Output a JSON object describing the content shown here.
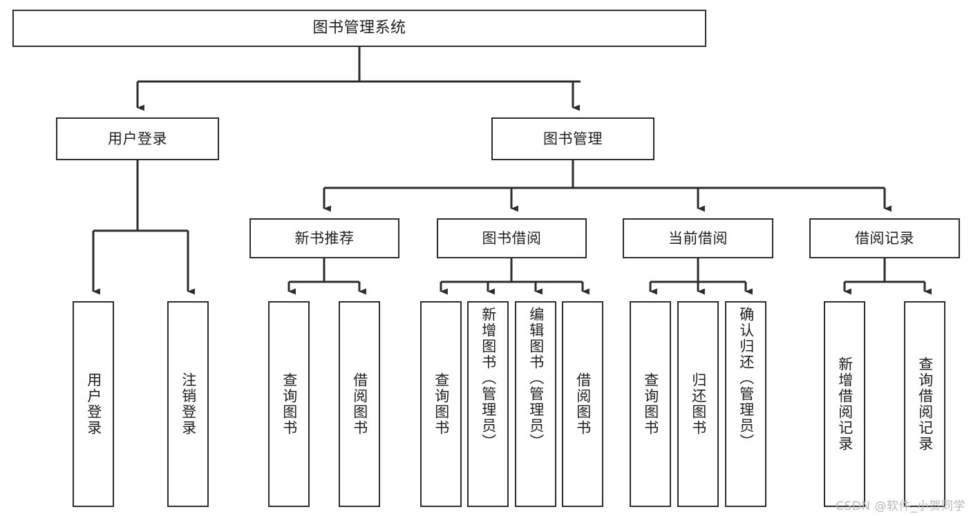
{
  "diagram": {
    "title": "图书管理系统",
    "type": "tree-hierarchy",
    "watermark": "CSDN @软件_小贺同学",
    "colors": {
      "background": "#ffffff",
      "box_border": "#2b2b2b",
      "text": "#1d1d1d",
      "edge": "#2b2b2b",
      "watermark": "#b8b8b8"
    },
    "nodes": {
      "root": {
        "label": "图书管理系统",
        "level": 1,
        "orientation": "horizontal"
      },
      "l2": [
        {
          "id": "user-login",
          "label": "用户登录",
          "level": 2,
          "orientation": "horizontal"
        },
        {
          "id": "book-manage",
          "label": "图书管理",
          "level": 2,
          "orientation": "horizontal"
        }
      ],
      "l3": [
        {
          "id": "new-book-recommend",
          "label": "新书推荐",
          "level": 3,
          "orientation": "horizontal",
          "parent": "book-manage"
        },
        {
          "id": "book-borrow",
          "label": "图书借阅",
          "level": 3,
          "orientation": "horizontal",
          "parent": "book-manage"
        },
        {
          "id": "current-borrow",
          "label": "当前借阅",
          "level": 3,
          "orientation": "horizontal",
          "parent": "book-manage"
        },
        {
          "id": "borrow-record",
          "label": "借阅记录",
          "level": 3,
          "orientation": "horizontal",
          "parent": "book-manage"
        }
      ],
      "leaves": [
        {
          "id": "leaf-user-login",
          "label": "用户登录",
          "parent": "user-login",
          "orientation": "vertical"
        },
        {
          "id": "leaf-logout-login",
          "label": "注销登录",
          "parent": "user-login",
          "orientation": "vertical"
        },
        {
          "id": "leaf-query-book-1",
          "label": "查询图书",
          "parent": "new-book-recommend",
          "orientation": "vertical"
        },
        {
          "id": "leaf-borrow-book-1",
          "label": "借阅图书",
          "parent": "new-book-recommend",
          "orientation": "vertical"
        },
        {
          "id": "leaf-query-book-2",
          "label": "查询图书",
          "parent": "book-borrow",
          "orientation": "vertical"
        },
        {
          "id": "leaf-add-book",
          "label": "新增图书（管理员）",
          "parent": "book-borrow",
          "orientation": "vertical"
        },
        {
          "id": "leaf-edit-book",
          "label": "编辑图书（管理员）",
          "parent": "book-borrow",
          "orientation": "vertical"
        },
        {
          "id": "leaf-borrow-book-2",
          "label": "借阅图书",
          "parent": "book-borrow",
          "orientation": "vertical"
        },
        {
          "id": "leaf-query-book-3",
          "label": "查询图书",
          "parent": "current-borrow",
          "orientation": "vertical"
        },
        {
          "id": "leaf-return-book",
          "label": "归还图书",
          "parent": "current-borrow",
          "orientation": "vertical"
        },
        {
          "id": "leaf-confirm-return",
          "label": "确认归还（管理员）",
          "parent": "current-borrow",
          "orientation": "vertical"
        },
        {
          "id": "leaf-add-record",
          "label": "新增借阅记录",
          "parent": "borrow-record",
          "orientation": "vertical"
        },
        {
          "id": "leaf-query-record",
          "label": "查询借阅记录",
          "parent": "borrow-record",
          "orientation": "vertical"
        }
      ]
    }
  }
}
